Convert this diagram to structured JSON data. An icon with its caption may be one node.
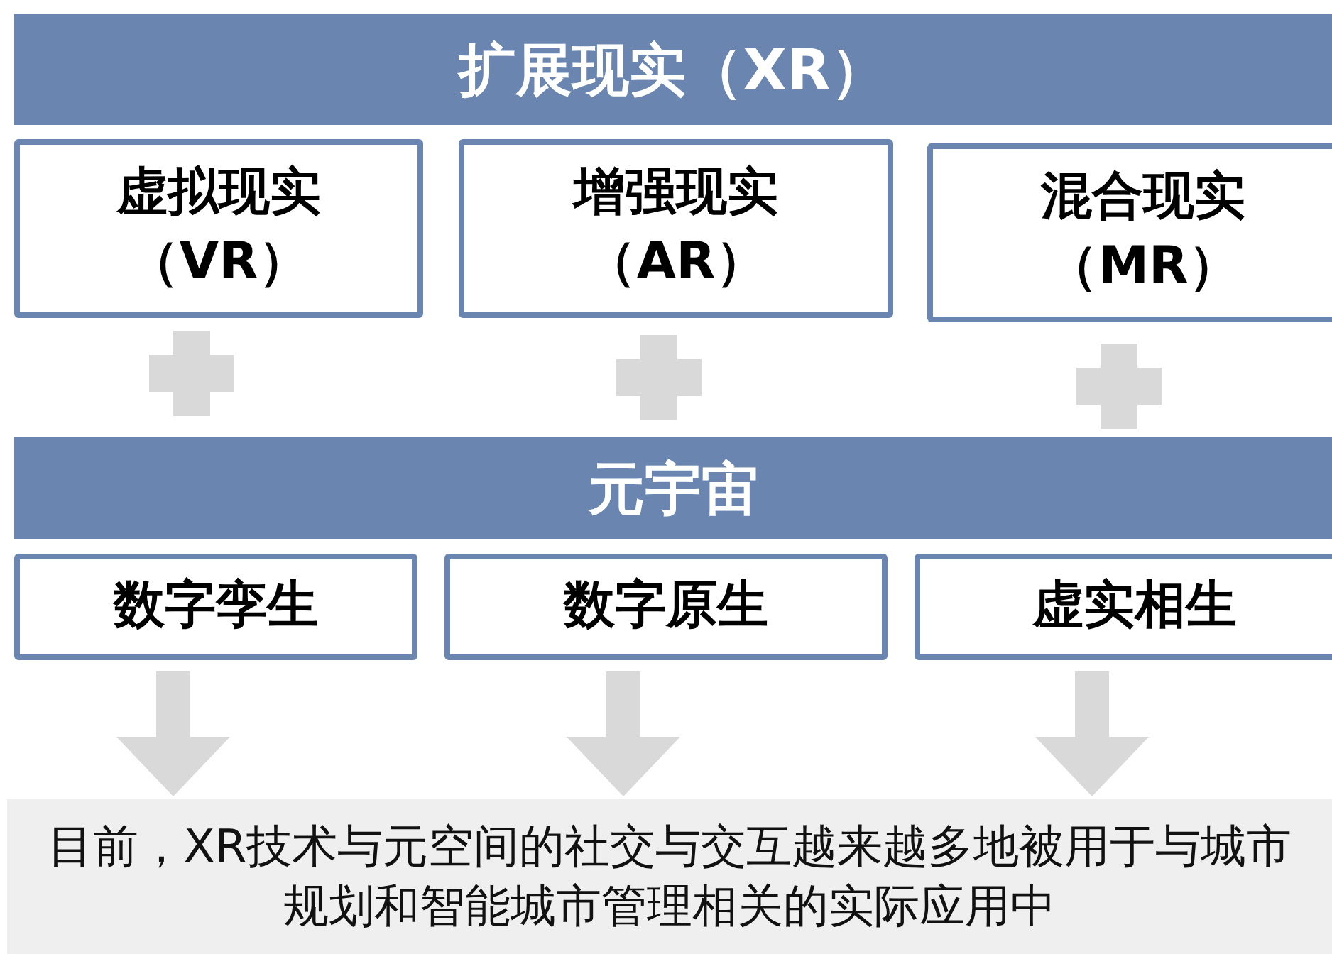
{
  "diagram": {
    "nodes": [
      {
        "text": [
          "扩展现实（XR）"
        ]
      },
      {
        "text": [
          "虚拟现实（VR）"
        ]
      },
      {
        "text": [
          "增强现实（AR）"
        ]
      },
      {
        "text": [
          "混合现实（MR）"
        ]
      },
      {
        "text": [
          "元宇宙"
        ]
      },
      {
        "text": [
          "数字孪生"
        ]
      },
      {
        "text": [
          "数字原生"
        ]
      },
      {
        "text": [
          "虚实相生"
        ]
      },
      {
        "text": [
          "目前，XR技术与元空间的社交与交互越来越多地被用于与城市规划和智能城市管理相关的实际应用中"
        ]
      }
    ],
    "edges": [
      {
        "from": 5,
        "to": 8,
        "arrow": "to"
      },
      {
        "from": 6,
        "to": 8,
        "arrow": "to"
      },
      {
        "from": 7,
        "to": 8,
        "arrow": "to"
      }
    ]
  }
}
